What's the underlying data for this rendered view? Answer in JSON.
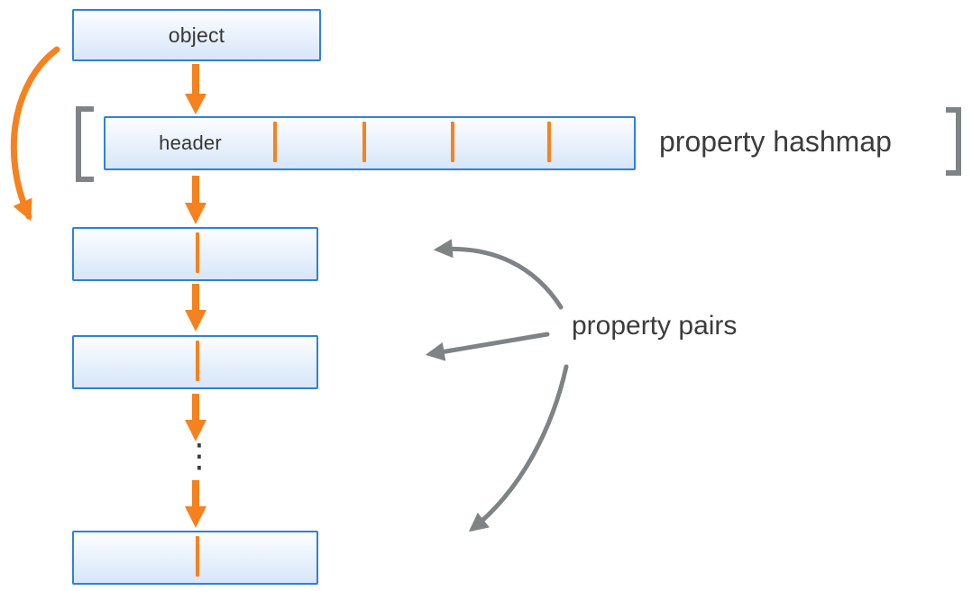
{
  "object_box": {
    "label": "object"
  },
  "hashmap": {
    "header_label": "header",
    "annotation": "property hashmap",
    "slot_divider_count": 4
  },
  "property_pairs": {
    "annotation": "property pairs",
    "visible_box_count": 3,
    "ellipsis": "⋮"
  },
  "colors": {
    "accent_orange": "#F5821F",
    "box_border_blue": "#2F80DC",
    "box_fill_top": "#FCFEFF",
    "box_fill_bottom": "#D7E6F9",
    "arrow_gray": "#7E8385",
    "text_dark": "#383838"
  }
}
